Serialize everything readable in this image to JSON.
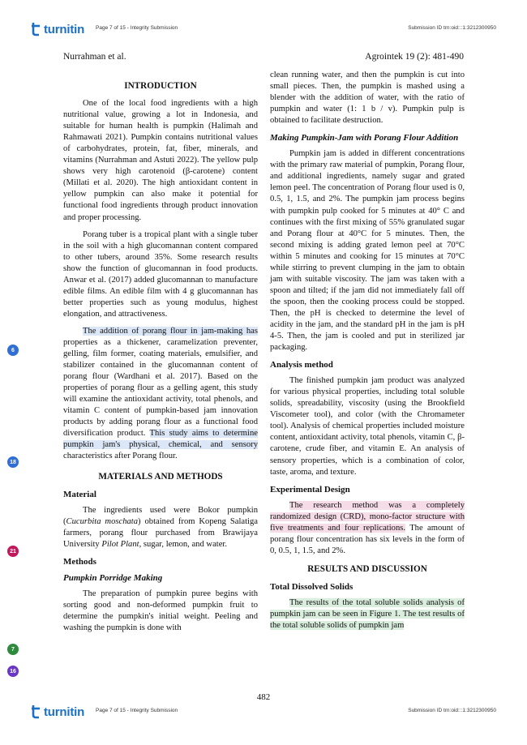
{
  "toolbar": {
    "logo": "turnitin",
    "page_label": "Page 7 of 15 - Integrity Submission",
    "submission_label": "Submission ID trn:oid:::1:3212300950"
  },
  "running_head": {
    "left": "Nurrahman et al.",
    "right": "Agrointek 19 (2): 481-490"
  },
  "page_number": "482",
  "badges": [
    {
      "label": "6",
      "color": "#2f6fd6"
    },
    {
      "label": "18",
      "color": "#2f6fd6"
    },
    {
      "label": "21",
      "color": "#c2185b"
    },
    {
      "label": "7",
      "color": "#2e8b3e"
    },
    {
      "label": "16",
      "color": "#6a35c9"
    }
  ],
  "left_col": {
    "intro_heading": "INTRODUCTION",
    "p1": "One of the local food ingredients with a high nutritional value, growing a lot in Indonesia, and suitable for human health is pumpkin (Halimah and Rahmawati 2021). Pumpkin contains nutritional values of carbohydrates, protein, fat, fiber, minerals, and vitamins (Nurrahman and Astuti 2022). The yellow pulp shows very high carotenoid (β-carotene) content (Millati et al. 2020). The high antioxidant content in yellow pumpkin can also make it potential for functional food ingredients through product innovation and proper processing.",
    "p2": "Porang tuber is a tropical plant with a single tuber in the soil with a high glucomannan content compared to other tubers, around 35%. Some research results show the function of glucomannan in food products. Anwar et al. (2017) added glucomannan to manufacture edible films. An edible film with 4 g glucomannan has better properties such as young modulus, highest elongation, and attractiveness.",
    "p3_hl": "The addition of porang flour in jam-making has",
    "p3_rest": " properties as a thickener, caramelization preventer, gelling, film former, coating materials, emulsifier, and stabilizer contained in the glucomannan content of porang flour (Wardhani et al. 2017). Based on the properties of porang flour as a gelling agent, this study will examine the antioxidant activity, total phenols, and vitamin C content of pumpkin-based jam innovation products by adding porang flour as a functional food diversification product. ",
    "p3_hl2": "This study aims to determine pumpkin jam's physical, chemical, and sensory",
    "p3_end": " characteristics after Porang flour.",
    "mm_heading": "MATERIALS AND METHODS",
    "material_heading": "Material",
    "material_a": "The ingredients used were Bokor pumpkin (",
    "material_species": "Cucurbita moschata",
    "material_b": ") obtained from Kopeng Salatiga farmers, porang flour purchased from Brawijaya University ",
    "material_pilot": "Pilot Plant",
    "material_c": ", sugar, lemon, and water.",
    "methods_heading": "Methods",
    "porridge_heading": "Pumpkin Porridge Making",
    "porridge_p": "The preparation of pumpkin puree begins with sorting good and non-deformed pumpkin fruit to determine the pumpkin's initial weight. Peeling and washing the pumpkin is done with"
  },
  "right_col": {
    "porridge_cont": "clean running water, and then the pumpkin is cut into small pieces. Then, the pumpkin is mashed using a blender with the addition of water, with the ratio of pumpkin and water (1: 1 b / v). Pumpkin pulp is obtained to facilitate destruction.",
    "jam_heading": "Making Pumpkin-Jam with Porang Flour Addition",
    "jam_p": "Pumpkin jam is added in different concentrations with the primary raw material of pumpkin, Porang flour, and additional ingredients, namely sugar and grated lemon peel. The concentration of Porang flour used is 0, 0.5, 1, 1.5, and 2%. The pumpkin jam process begins with pumpkin pulp cooked for 5 minutes at 40° C and continues with the first mixing of 55% granulated sugar and Porang flour at 40°C for 5 minutes. Then, the second mixing is adding grated lemon peel at 70°C within 5 minutes and cooking for 15 minutes at 70°C while stirring to prevent clumping in the jam to obtain jam with suitable viscosity. The jam was taken with a spoon and tilted; if the jam did not immediately fall off the spoon, then the cooking process could be stopped. Then, the pH is checked to determine the level of acidity in the jam, and the standard pH in the jam is pH 4-5. Then, the jam is cooled and put in sterilized jar packaging.",
    "analysis_heading": "Analysis method",
    "analysis_p": "The finished pumpkin jam product was analyzed for various physical properties, including total soluble solids, spreadability, viscosity (using the Brookfield Viscometer tool), and color (with the Chromameter tool). Analysis of chemical properties included moisture content, antioxidant activity, total phenols, vitamin C, β-carotene, crude fiber, and vitamin E. An analysis of sensory properties, which is a combination of color, taste, aroma, and texture.",
    "design_heading": "Experimental Design",
    "design_hl": "The research method was a completely randomized design (CRD), mono-factor structure with five treatments and four replications.",
    "design_rest": " The amount of porang flour concentration has six levels in the form of 0, 0.5, 1, 1.5, and 2%.",
    "results_heading": "RESULTS AND DISCUSSION",
    "tds_heading": "Total Dissolved Solids",
    "tds_hl": "The results of the total soluble solids analysis of pumpkin jam can be seen in Figure 1. The test results of the total soluble solids of pumpkin jam"
  }
}
